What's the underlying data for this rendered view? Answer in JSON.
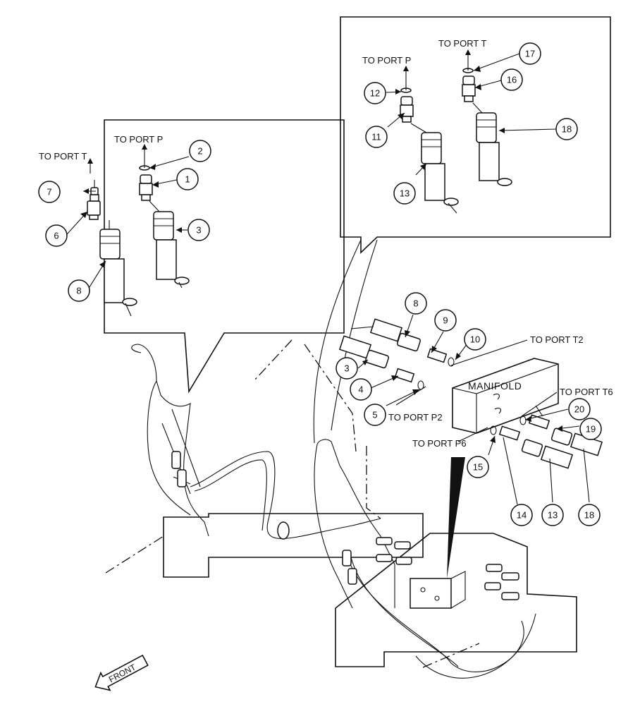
{
  "labels": {
    "to_port_t_left": "TO PORT T",
    "to_port_p_left": "TO PORT P",
    "to_port_p_right": "TO PORT P",
    "to_port_t_right": "TO PORT T",
    "to_port_t2": "TO PORT T2",
    "to_port_t6": "TO PORT T6",
    "to_port_p2": "TO PORT P2",
    "to_port_p6": "TO PORT P6",
    "manifold": "MANIFOLD",
    "front": "FRONT"
  },
  "callouts": [
    "1",
    "2",
    "3",
    "4",
    "5",
    "6",
    "7",
    "8",
    "9",
    "10",
    "11",
    "12",
    "13",
    "14",
    "15",
    "16",
    "17",
    "18",
    "19",
    "20"
  ]
}
